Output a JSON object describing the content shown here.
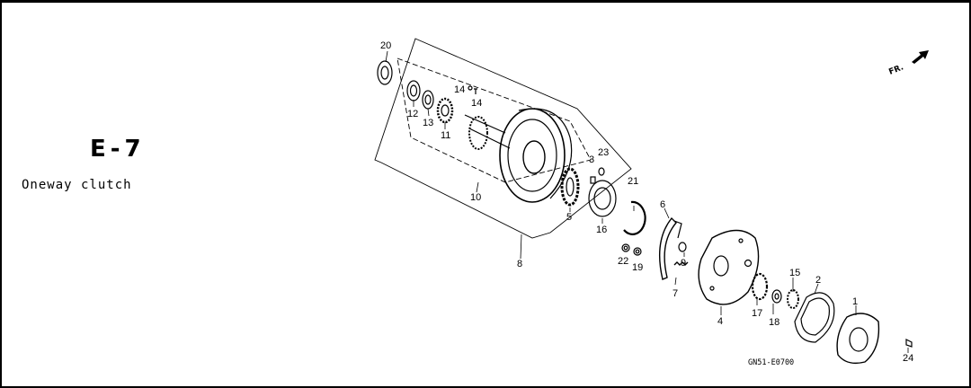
{
  "section": {
    "code": "E-7",
    "title": "Oneway clutch"
  },
  "orientation_marker": "FR.",
  "drawing_code": "GN51-E0700",
  "part_labels": {
    "p1": "1",
    "p2": "2",
    "p3": "3",
    "p4": "4",
    "p5": "5",
    "p6": "6",
    "p7": "7",
    "p8": "8",
    "p9": "9",
    "p10": "10",
    "p11": "11",
    "p12": "12",
    "p13": "13",
    "p14a": "14",
    "p14b": "14",
    "p15": "15",
    "p16": "16",
    "p17": "17",
    "p18": "18",
    "p19": "19",
    "p20": "20",
    "p21": "21",
    "p22": "22",
    "p23": "23",
    "p24": "24"
  }
}
